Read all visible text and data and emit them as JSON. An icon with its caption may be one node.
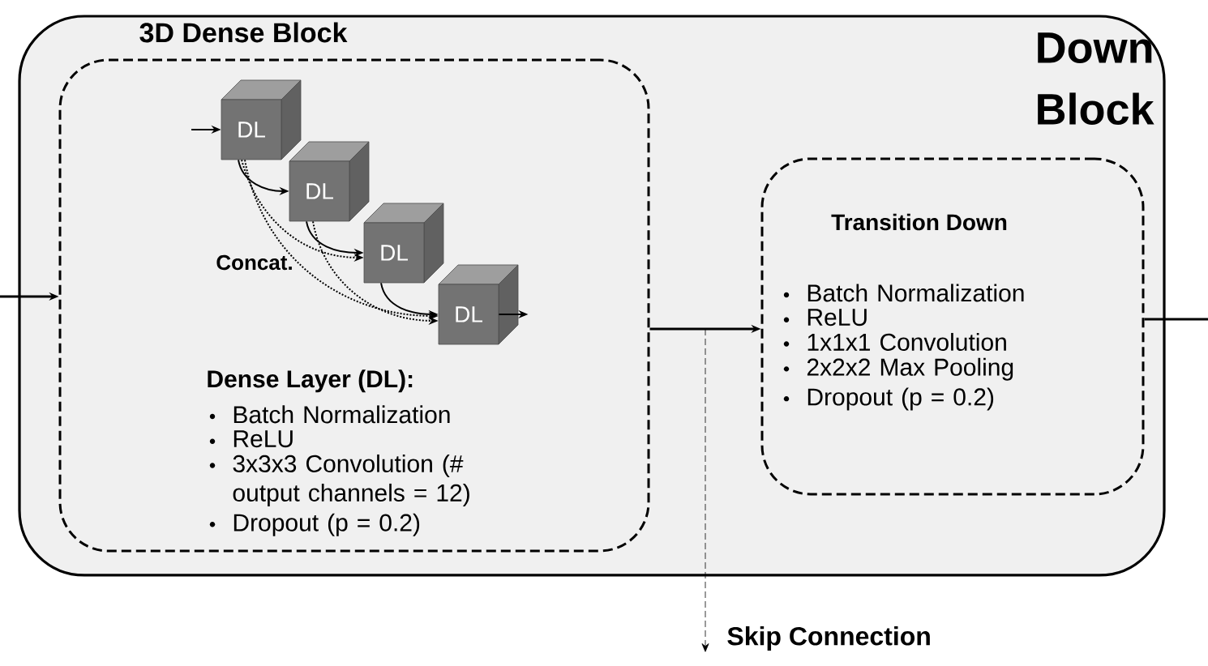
{
  "diagram": {
    "nodes": [
      {
        "text": [
          "Down Block"
        ]
      },
      {
        "text": [
          "3D Dense Block",
          "Dense Layer (DL):",
          "Batch Normalization",
          "ReLU",
          "3x3x3 Convolution (# output channels = 12)",
          "Dropout (p = 0.2)"
        ],
        "in": 0
      },
      {
        "text": [
          "DL"
        ],
        "in": 1
      },
      {
        "text": [
          "DL"
        ],
        "in": 1
      },
      {
        "text": [
          "DL"
        ],
        "in": 1
      },
      {
        "text": [
          "DL"
        ],
        "in": 1
      },
      {
        "text": [
          "Transition Down",
          "Batch Normalization",
          "ReLU",
          "1x1x1 Convolution",
          "2x2x2 Max Pooling",
          "Dropout (p = 0.2)"
        ],
        "in": 0
      },
      {
        "text": [
          "Skip Connection"
        ]
      }
    ],
    "edges": [
      {
        "from": null,
        "to": 1,
        "arrow": "to"
      },
      {
        "from": null,
        "to": 2,
        "arrow": "to"
      },
      {
        "from": 2,
        "to": 3,
        "arrow": "to"
      },
      {
        "from": 3,
        "to": 4,
        "arrow": "to"
      },
      {
        "from": 4,
        "to": 5,
        "arrow": "to"
      },
      {
        "from": 2,
        "to": 4,
        "arrow": "to",
        "style": "dashed"
      },
      {
        "from": 2,
        "to": 5,
        "arrow": "to",
        "style": "dashed"
      },
      {
        "from": 3,
        "to": 5,
        "arrow": "to",
        "style": "dashed"
      },
      {
        "from": 5,
        "to": null,
        "arrow": "to"
      },
      {
        "from": 1,
        "to": 6,
        "arrow": "to"
      },
      {
        "from": 1,
        "to": 7,
        "arrow": "to",
        "style": "dashed"
      },
      {
        "from": 6,
        "to": null,
        "arrow": "none"
      }
    ],
    "labels": [
      "Concat."
    ]
  }
}
